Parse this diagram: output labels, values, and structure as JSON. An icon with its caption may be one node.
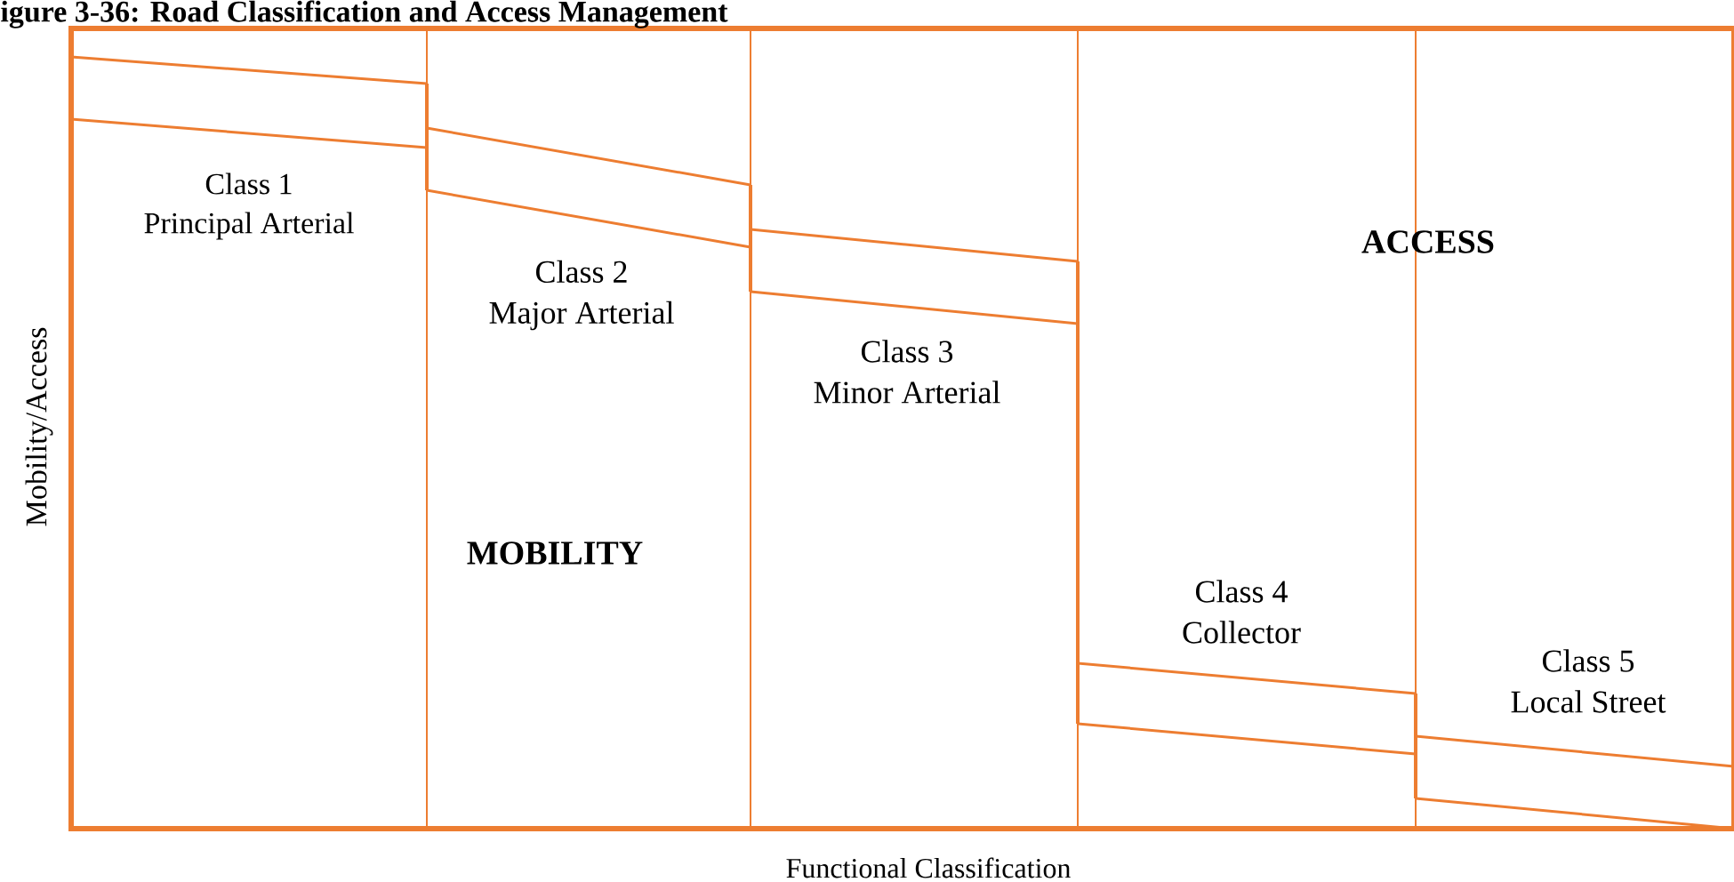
{
  "diagram": {
    "title": "igure 3-36: Road Classification and Access Management",
    "labels": [
      "Class 1 Principal Arterial",
      "Class 2 Major Arterial",
      "ACCESS",
      "Class 3 Minor Arterial",
      "Mobility/Access",
      "MOBILITY",
      "Class 4 Collector",
      "Class 5 Local Street",
      "Functional Classification"
    ]
  }
}
